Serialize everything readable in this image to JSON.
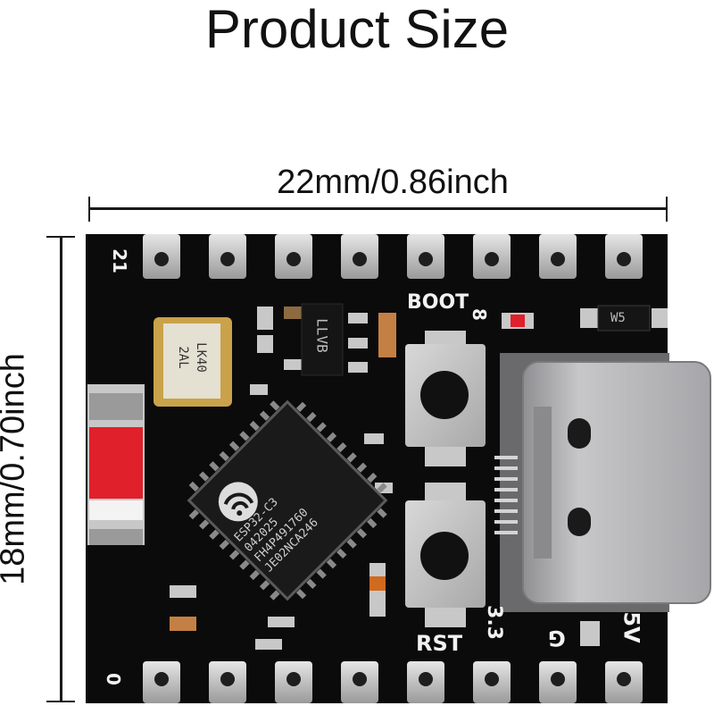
{
  "title": "Product Size",
  "width_label": "22mm/0.86inch",
  "height_label": "18mm/0.70inch",
  "silkscreen": {
    "boot": "BOOT",
    "rst": "RST",
    "pin_21": "21",
    "pin_0": "0",
    "pin_33": "3.3",
    "pin_g": "G",
    "pin_5v": "5V",
    "pin_8": "8"
  },
  "chip": {
    "lines": [
      "ESP32-C3",
      "042025",
      "FH4P491760",
      "JE02NCA246"
    ]
  },
  "crystal_lines": [
    "LK40",
    "2AL"
  ],
  "ic_llvb": "LLVB",
  "diode_w5": "W5",
  "colors": {
    "board": "#0b0b0b",
    "pad": "#c8c8c8",
    "usb": "#b4b4b6",
    "crystal": "#c9a24a",
    "red_led": "#e0202a"
  }
}
